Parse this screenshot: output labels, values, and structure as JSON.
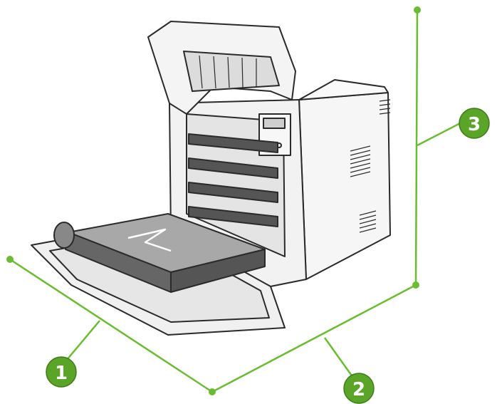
{
  "colors": {
    "accent": "#6abd2e",
    "callout_fill": "#5aa428",
    "line": "#2a2a2a",
    "body_fill": "#f2f2f2",
    "shade": "#cfcfcf",
    "dark": "#555555"
  },
  "callouts": [
    {
      "id": "1",
      "label": "1"
    },
    {
      "id": "2",
      "label": "2"
    },
    {
      "id": "3",
      "label": "3"
    }
  ]
}
